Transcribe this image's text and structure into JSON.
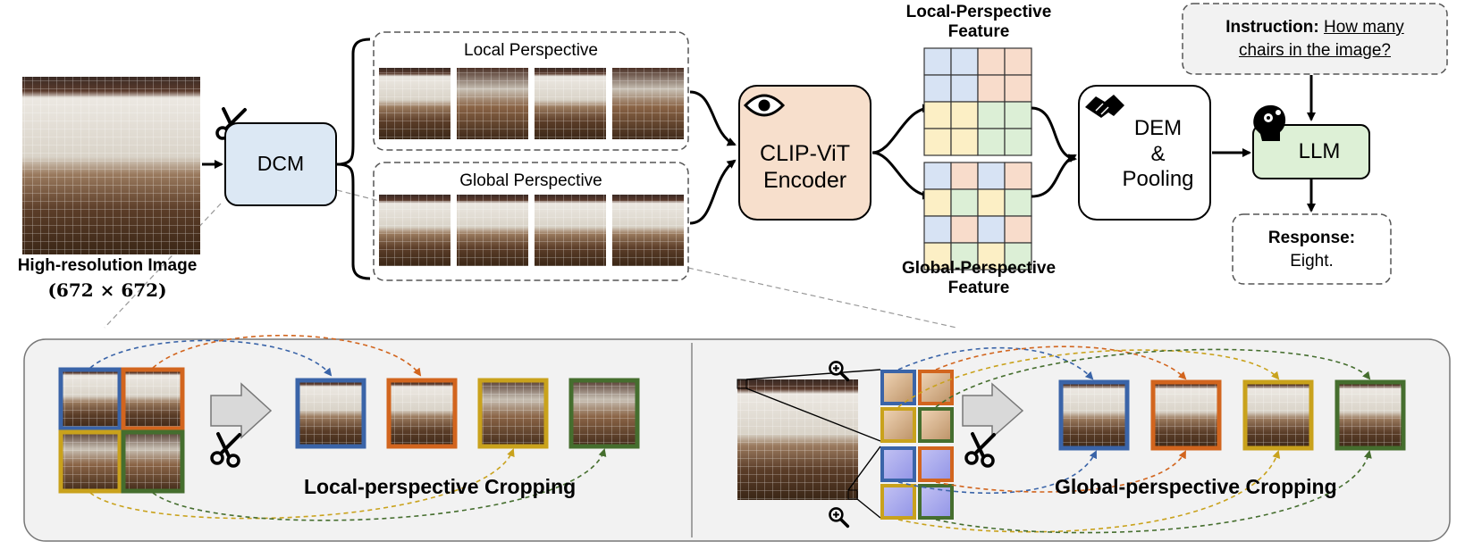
{
  "input": {
    "caption": "High-resolution Image",
    "size": "(672 × 672)"
  },
  "modules": {
    "dcm": "DCM",
    "encoder_line1": "CLIP-ViT",
    "encoder_line2": "Encoder",
    "dem_line1": "DEM",
    "dem_line2": "&",
    "dem_line3": "Pooling",
    "llm": "LLM"
  },
  "perspectives": {
    "local": "Local Perspective",
    "global": "Global Perspective"
  },
  "features": {
    "local_line1": "Local-Perspective",
    "local_line2": "Feature",
    "global_line1": "Global-Perspective",
    "global_line2": "Feature"
  },
  "instruction": {
    "label": "Instruction:",
    "text_line1": "How many",
    "text_line2": "chairs in the image?"
  },
  "response": {
    "label": "Response:",
    "text": "Eight."
  },
  "bottom": {
    "local_title": "Local-perspective Cropping",
    "global_title": "Global-perspective Cropping"
  },
  "colors": {
    "dcm": "#dce8f4",
    "encoder": "#f7dfcc",
    "llm": "#ddf0d6",
    "crop_blue": "#3a64a8",
    "crop_orange": "#d2651e",
    "crop_yellow": "#c9a21c",
    "crop_green": "#456e2e",
    "panel": "#f2f2f2"
  },
  "icons": [
    "scissors-icon",
    "eye-icon",
    "handshake-icon",
    "brain-gear-icon",
    "zoom-in-icon",
    "right-arrow-icon"
  ]
}
